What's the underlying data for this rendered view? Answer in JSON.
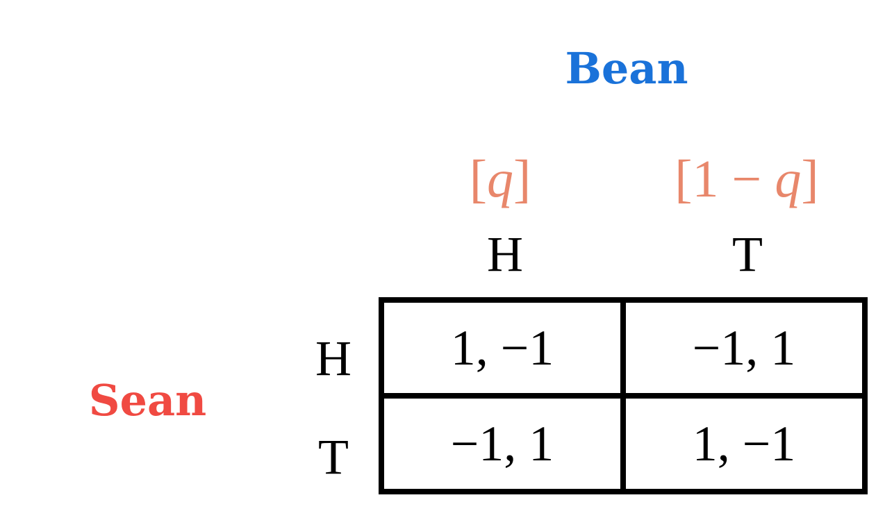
{
  "colors": {
    "column_player": "#1a72d9",
    "row_player": "#f04a42",
    "probability": "#e8876b",
    "text": "#000000",
    "grid": "#000000"
  },
  "column_player": {
    "name": "Bean",
    "strategies": [
      "H",
      "T"
    ],
    "probabilities": [
      {
        "open": "[",
        "expr": "q",
        "close": "]"
      },
      {
        "open": "[1 − ",
        "expr": "q",
        "close": "]"
      }
    ]
  },
  "row_player": {
    "name": "Sean",
    "strategies": [
      "H",
      "T"
    ]
  },
  "payoffs": [
    [
      "1, −1",
      "−1, 1"
    ],
    [
      "−1, 1",
      "1, −1"
    ]
  ]
}
